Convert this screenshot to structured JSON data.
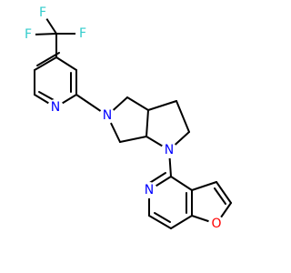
{
  "molecule": {
    "atoms": {
      "F1": "F",
      "F2": "F",
      "F3": "F",
      "N_pyridine": "N",
      "N_bicycle_upper": "N",
      "N_bicycle_lower": "N",
      "N_furopyridine": "N",
      "O_furan": "O"
    }
  },
  "colors": {
    "bond": "#000000",
    "fluorine": "#33cccc",
    "nitrogen": "#0000ff",
    "oxygen": "#ff0000",
    "background": "#ffffff"
  }
}
